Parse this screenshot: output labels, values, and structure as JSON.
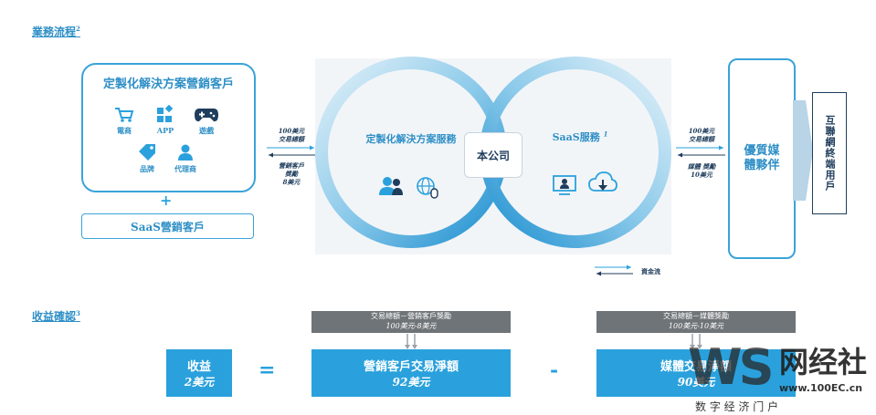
{
  "sections": {
    "business_flow": {
      "title": "業務流程",
      "sup": "2"
    },
    "revenue_recognition": {
      "title": "收益確認",
      "sup": "3"
    }
  },
  "marketing_clients_box": {
    "title": "定製化解決方案營銷客戶",
    "icons": [
      {
        "icon": "shopping-cart-icon",
        "label": "電商"
      },
      {
        "icon": "app-grid-icon",
        "label": "APP"
      },
      {
        "icon": "gamepad-icon",
        "label": "遊戲"
      },
      {
        "icon": "tag-icon",
        "label": "品牌"
      },
      {
        "icon": "person-icon",
        "label": "代理商"
      }
    ]
  },
  "plus": "+",
  "saas_clients_box": {
    "title": "SaaS營銷客戶"
  },
  "left_arrows": {
    "top_value": "100美元",
    "top_label": "交易總額",
    "bottom_label": "營銷客戶",
    "bottom_label2": "獎勵",
    "bottom_value": "8美元"
  },
  "rings": {
    "left_title": "定製化解決方案服務",
    "right_title": "SaaS服務",
    "right_sup": "1",
    "center": "本公司"
  },
  "right_arrows": {
    "top_value": "100美元",
    "top_label": "交易總額",
    "bottom_label": "媒體 獎勵",
    "bottom_value": "10美元"
  },
  "media_partner": {
    "title": "優質媒體夥伴"
  },
  "end_users": {
    "title": "互聯網終端用戶"
  },
  "legend": {
    "label": "資金流"
  },
  "revenue": {
    "revenue_box": {
      "title": "收益",
      "value": "2美元"
    },
    "equals": "=",
    "minus": "-",
    "marketing_net": {
      "formula": "交易總額－營銷客戶獎勵",
      "formula_values": "100美元-8美元",
      "title": "營銷客戶交易淨額",
      "value": "92美元"
    },
    "media_net": {
      "formula": "交易總額－媒體獎勵",
      "formula_values": "100美元-10美元",
      "title": "媒體交易淨額",
      "value": "90美元"
    }
  },
  "watermark": {
    "logo_letters": "WS",
    "brand": "网经社",
    "url": "www.100EC.cn",
    "slogan": "数 字 经 济 门 户"
  },
  "colors": {
    "accent": "#2aa1dc",
    "grey": "#6f7478",
    "ring_light": "#cfe8f5",
    "ring_dark": "#1d8fd0"
  }
}
